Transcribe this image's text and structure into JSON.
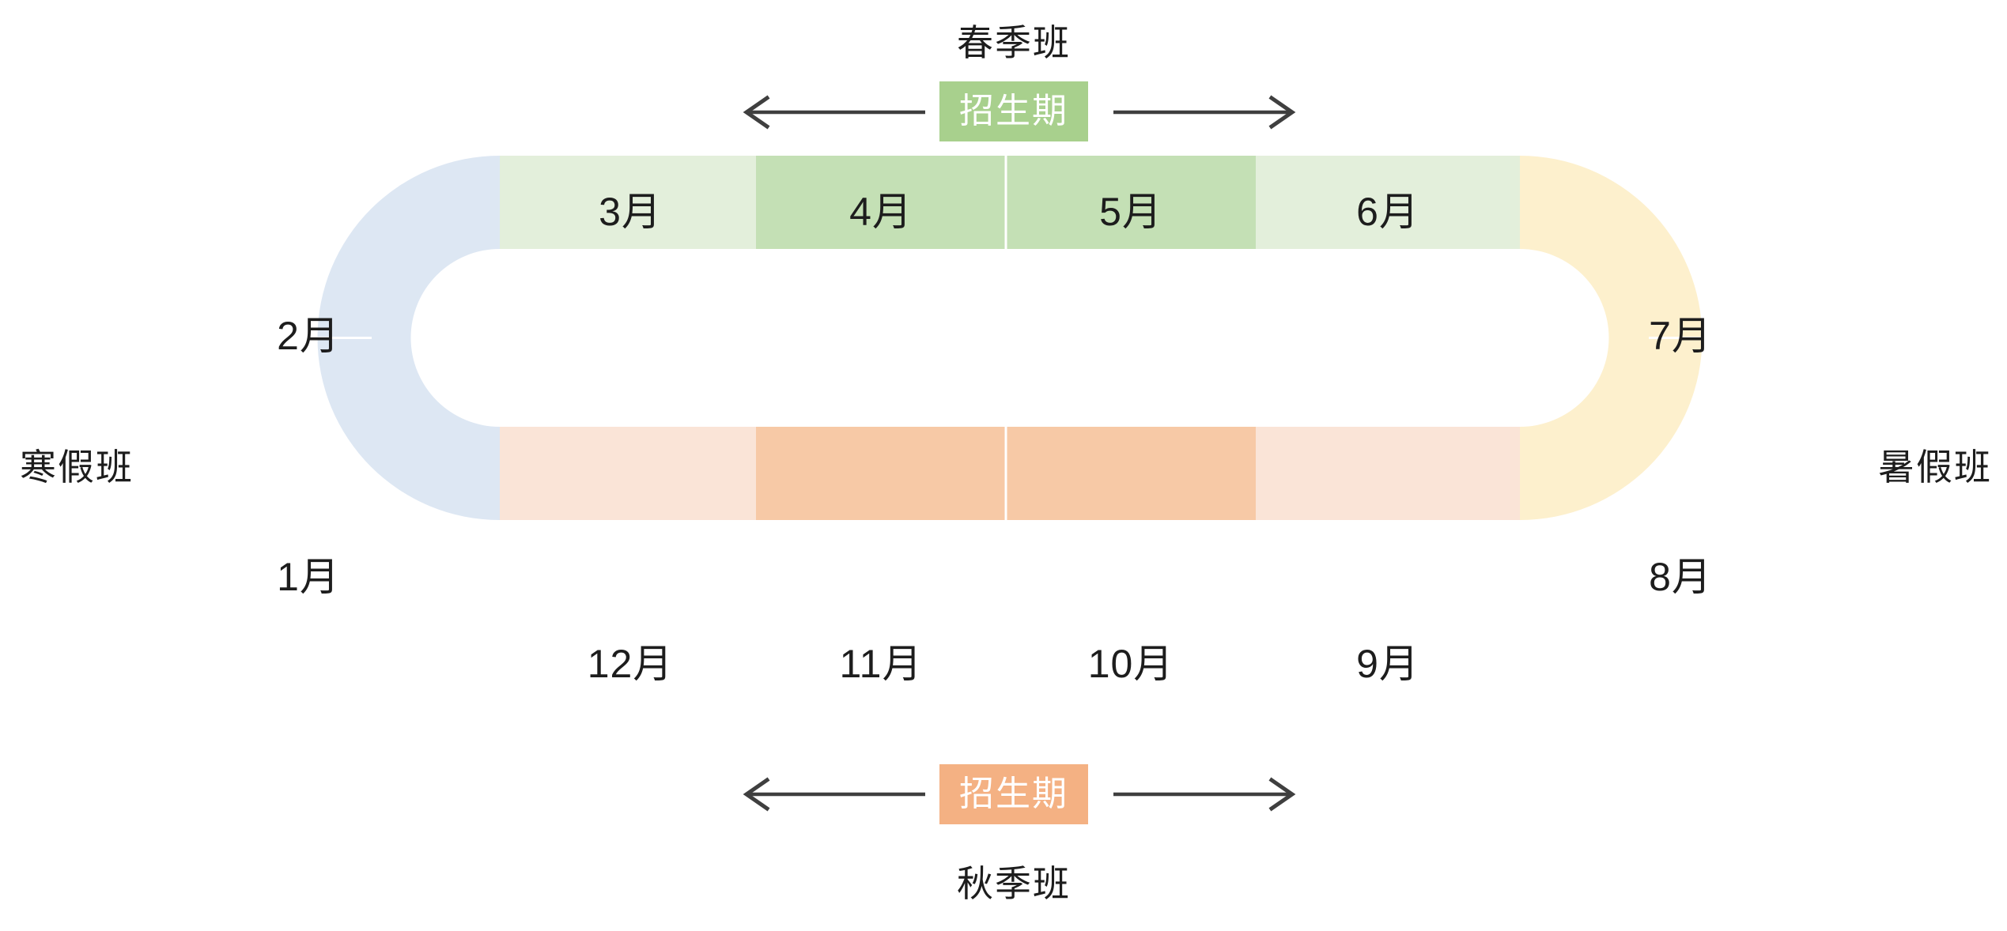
{
  "diagram": {
    "title_semantic": "annual-class-schedule-loop",
    "type": "racetrack-timeline"
  },
  "colors": {
    "winter_cap": "#dde7f3",
    "summer_cap": "#fdf0cd",
    "spring_light": "#e3efdb",
    "spring_dark": "#c4e0b5",
    "autumn_light": "#fae4d7",
    "autumn_dark": "#f7c9a6",
    "badge_green": "#a8d08d",
    "badge_orange": "#f4b183",
    "arrow": "#3f3f3f",
    "text": "#1d1d1d",
    "divider": "#ffffff",
    "background": "#ffffff"
  },
  "side_labels": {
    "left": "寒假班",
    "right": "暑假班"
  },
  "seasons": {
    "spring": {
      "caption": "春季班",
      "badge": "招生期",
      "badge_color": "#a8d08d"
    },
    "autumn": {
      "caption": "秋季班",
      "badge": "招生期",
      "badge_color": "#f4b183"
    }
  },
  "months": {
    "top": [
      {
        "label": "3月",
        "fill": "#e3efdb"
      },
      {
        "label": "4月",
        "fill": "#c4e0b5"
      },
      {
        "label": "5月",
        "fill": "#c4e0b5"
      },
      {
        "label": "6月",
        "fill": "#e3efdb"
      }
    ],
    "bottom": [
      {
        "label": "12月",
        "fill": "#fae4d7"
      },
      {
        "label": "11月",
        "fill": "#f7c9a6"
      },
      {
        "label": "10月",
        "fill": "#f7c9a6"
      },
      {
        "label": "9月",
        "fill": "#fae4d7"
      }
    ],
    "left_cap": [
      {
        "label": "2月",
        "fill": "#dde7f3"
      },
      {
        "label": "1月",
        "fill": "#dde7f3"
      }
    ],
    "right_cap": [
      {
        "label": "7月",
        "fill": "#fdf0cd"
      },
      {
        "label": "8月",
        "fill": "#fdf0cd"
      }
    ]
  },
  "arrows": {
    "spring_left": "left-arrow",
    "spring_right": "right-arrow",
    "autumn_left": "left-arrow",
    "autumn_right": "right-arrow"
  }
}
